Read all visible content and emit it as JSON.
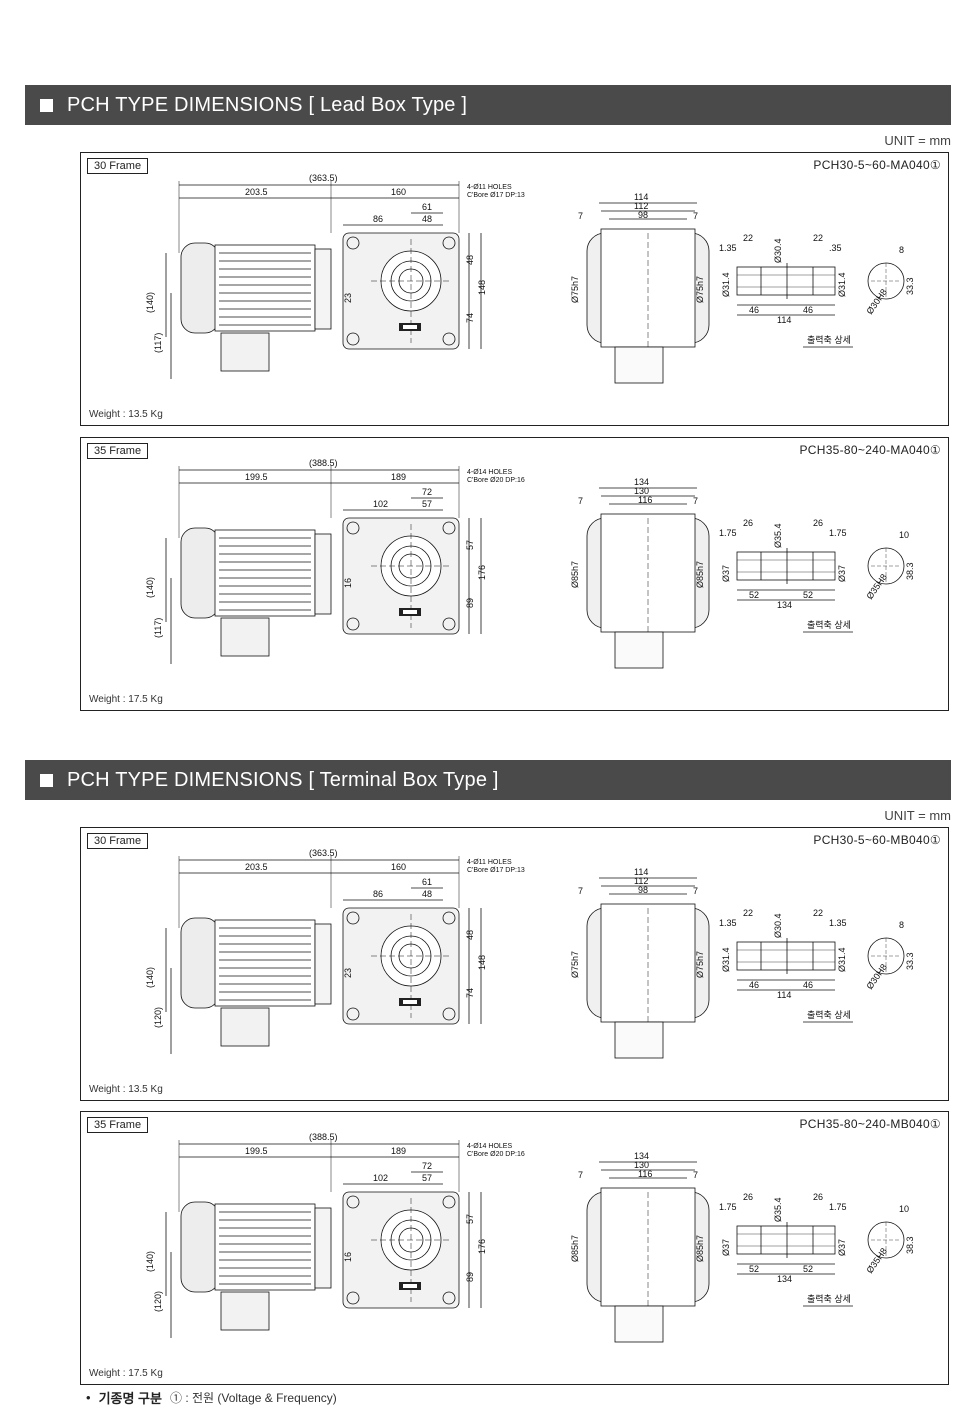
{
  "sections": [
    {
      "title": "PCH TYPE DIMENSIONS [ Lead Box Type ]",
      "unit": "UNIT = mm"
    },
    {
      "title": "PCH TYPE DIMENSIONS [ Terminal Box Type ]",
      "unit": "UNIT = mm"
    }
  ],
  "panels": [
    {
      "frame": "30 Frame",
      "model": "PCH30-5~60-MA040①",
      "weight": "Weight : 13.5 Kg",
      "dims": {
        "total": "(363.5)",
        "motor": "203.5",
        "box": "160",
        "d86": "86",
        "d48": "48",
        "d61": "61",
        "d148": "148",
        "d74": "74",
        "d23": "23",
        "h140": "(140)",
        "h117": "(117)",
        "holes": "4-Ø11 HOLES",
        "cbore": "C'Bore Ø17 DP:13"
      },
      "side": {
        "w1": "114",
        "w2": "112",
        "w3": "98",
        "e": "7",
        "d1": "Ø75h7",
        "d2": "Ø75h7"
      },
      "shaft": {
        "a": "1.35",
        "b": "22",
        "c": "Ø30.4",
        "d": "22",
        "e": ".35",
        "f": "Ø31.4",
        "g": "Ø31.4",
        "h": "46",
        "i": "46",
        "j": "114",
        "k": "8",
        "l": "33.3",
        "m": "Ø30H8",
        "label": "출력축 상세"
      }
    },
    {
      "frame": "35 Frame",
      "model": "PCH35-80~240-MA040①",
      "weight": "Weight : 17.5 Kg",
      "dims": {
        "total": "(388.5)",
        "motor": "199.5",
        "box": "189",
        "d86": "102",
        "d48": "57",
        "d61": "72",
        "d148": "176",
        "d74": "89",
        "d23": "16",
        "h140": "(140)",
        "h117": "(117)",
        "holes": "4-Ø14 HOLES",
        "cbore": "C'Bore Ø20 DP:16"
      },
      "side": {
        "w1": "134",
        "w2": "130",
        "w3": "116",
        "e": "7",
        "d1": "Ø85h7",
        "d2": "Ø85h7"
      },
      "shaft": {
        "a": "1.75",
        "b": "26",
        "c": "Ø35.4",
        "d": "26",
        "e": "1.75",
        "f": "Ø37",
        "g": "Ø37",
        "h": "52",
        "i": "52",
        "j": "134",
        "k": "10",
        "l": "38.3",
        "m": "Ø35H8",
        "label": "출력축 상세"
      }
    },
    {
      "frame": "30 Frame",
      "model": "PCH30-5~60-MB040①",
      "weight": "Weight : 13.5 Kg",
      "dims": {
        "total": "(363.5)",
        "motor": "203.5",
        "box": "160",
        "d86": "86",
        "d48": "48",
        "d61": "61",
        "d148": "148",
        "d74": "74",
        "d23": "23",
        "h140": "(140)",
        "h117": "(120)",
        "holes": "4-Ø11 HOLES",
        "cbore": "C'Bore Ø17 DP:13"
      },
      "side": {
        "w1": "114",
        "w2": "112",
        "w3": "98",
        "e": "7",
        "d1": "Ø75h7",
        "d2": "Ø75h7"
      },
      "shaft": {
        "a": "1.35",
        "b": "22",
        "c": "Ø30.4",
        "d": "22",
        "e": "1.35",
        "f": "Ø31.4",
        "g": "Ø31.4",
        "h": "46",
        "i": "46",
        "j": "114",
        "k": "8",
        "l": "33.3",
        "m": "Ø30H8",
        "label": "출력축 상세"
      }
    },
    {
      "frame": "35 Frame",
      "model": "PCH35-80~240-MB040①",
      "weight": "Weight : 17.5 Kg",
      "dims": {
        "total": "(388.5)",
        "motor": "199.5",
        "box": "189",
        "d86": "102",
        "d48": "57",
        "d61": "72",
        "d148": "176",
        "d74": "89",
        "d23": "16",
        "h140": "(140)",
        "h117": "(120)",
        "holes": "4-Ø14 HOLES",
        "cbore": "C'Bore Ø20 DP:16"
      },
      "side": {
        "w1": "134",
        "w2": "130",
        "w3": "116",
        "e": "7",
        "d1": "Ø85h7",
        "d2": "Ø85h7"
      },
      "shaft": {
        "a": "1.75",
        "b": "26",
        "c": "Ø35.4",
        "d": "26",
        "e": "1.75",
        "f": "Ø37",
        "g": "Ø37",
        "h": "52",
        "i": "52",
        "j": "134",
        "k": "10",
        "l": "38.3",
        "m": "Ø35H8",
        "label": "출력축 상세"
      }
    }
  ],
  "footer": {
    "bullet": "•",
    "label": "기종명 구분",
    "note": "① : 전원 (Voltage & Frequency)"
  }
}
